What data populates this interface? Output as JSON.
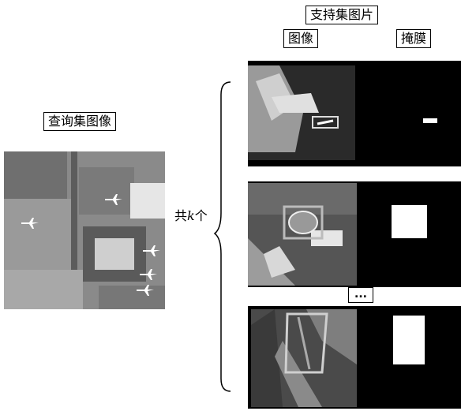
{
  "support_set_label": "支持集图片",
  "image_col_label": "图像",
  "mask_col_label": "掩膜",
  "query_set_label": "查询集图像",
  "k_label_prefix": "共",
  "k_label_var": "k",
  "k_label_suffix": "个",
  "ellipsis": "...",
  "support_rows": [
    {
      "name": "support-row-1",
      "mask_kind": "ship"
    },
    {
      "name": "support-row-2",
      "mask_kind": "stadium"
    },
    {
      "name": "support-row-3",
      "mask_kind": "bridge"
    }
  ]
}
